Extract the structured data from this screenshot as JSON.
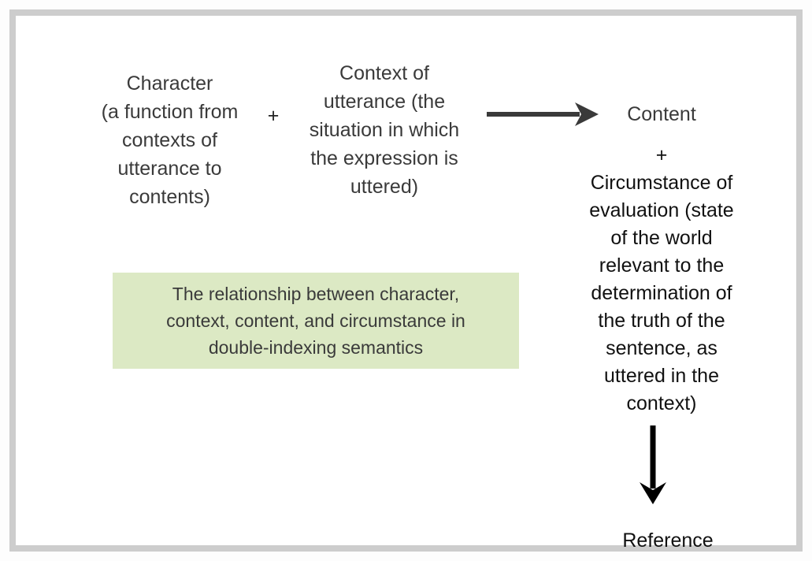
{
  "diagram": {
    "title": "The relationship between character, context, content, and circumstance in double-indexing semantics",
    "type": "flow-diagram",
    "colors": {
      "frame_border": "#cdcdcd",
      "caption_background": "#dce9c4",
      "body_text": "#3a3a3a",
      "emphasis_text": "#111111",
      "arrow_horizontal": "#3a3a3a",
      "arrow_vertical": "#000000"
    },
    "nodes": {
      "character": "Character\n(a function from\ncontexts of\nutterance to\ncontents)",
      "operator_plus_1": "+",
      "context": "Context of\nutterance (the\nsituation in which\nthe expression is\nuttered)",
      "content": "Content",
      "operator_plus_2": "+",
      "circumstance": "Circumstance of\nevaluation (state\nof the world\nrelevant to the\ndetermination of\nthe truth of the\nsentence, as\nuttered in the\ncontext)",
      "reference": "Reference"
    },
    "caption": "The relationship between character,\ncontext, content, and circumstance in\ndouble-indexing semantics",
    "arrows": [
      {
        "name": "character-context-to-content",
        "direction": "right"
      },
      {
        "name": "circumstance-to-reference",
        "direction": "down"
      }
    ]
  }
}
